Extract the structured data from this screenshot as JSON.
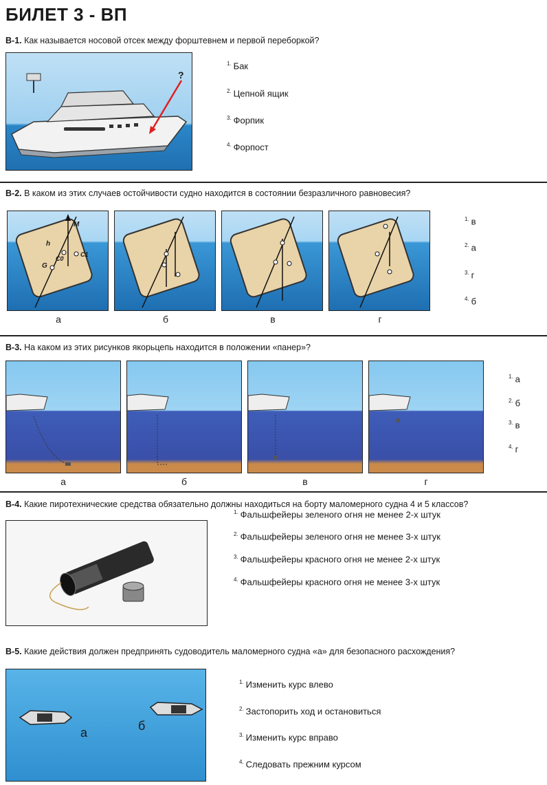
{
  "title": "БИЛЕТ 3 - ВП",
  "q1": {
    "num": "В-1.",
    "text": "Как называется носовой отсек между форштевнем и первой переборкой?",
    "question_mark": "?",
    "answers": [
      {
        "n": "1.",
        "t": "Бак"
      },
      {
        "n": "2.",
        "t": "Цепной ящик"
      },
      {
        "n": "3.",
        "t": "Форпик"
      },
      {
        "n": "4.",
        "t": "Форпост"
      }
    ]
  },
  "q2": {
    "num": "В-2.",
    "text": "В каком из этих случаев остойчивости судно находится в состоянии безразличного равновесия?",
    "labels": [
      "а",
      "б",
      "в",
      "г"
    ],
    "points": {
      "m": "M",
      "h": "h",
      "g": "G",
      "c0": "C0",
      "c1": "C1"
    },
    "answers": [
      {
        "n": "1.",
        "t": "в"
      },
      {
        "n": "2.",
        "t": "а"
      },
      {
        "n": "3.",
        "t": "г"
      },
      {
        "n": "4.",
        "t": "б"
      }
    ]
  },
  "q3": {
    "num": "В-3.",
    "text": "На каком из этих рисунков якорьцепь находится в положении «панер»?",
    "labels": [
      "а",
      "б",
      "в",
      "г"
    ],
    "answers": [
      {
        "n": "1.",
        "t": "а"
      },
      {
        "n": "2.",
        "t": "б"
      },
      {
        "n": "3.",
        "t": "в"
      },
      {
        "n": "4.",
        "t": "г"
      }
    ]
  },
  "q4": {
    "num": "В-4.",
    "text": "Какие пиротехнические средства обязательно должны находиться на борту маломерного судна 4 и 5 классов?",
    "answers": [
      {
        "n": "1.",
        "t": "Фальшфейеры зеленого огня не менее 2-х штук"
      },
      {
        "n": "2.",
        "t": "Фальшфейеры зеленого огня не менее 3-х штук"
      },
      {
        "n": "3.",
        "t": "Фальшфейеры красного огня не менее 2-х штук"
      },
      {
        "n": "4.",
        "t": "Фальшфейеры красного огня не менее 3-х штук"
      }
    ]
  },
  "q5": {
    "num": "В-5.",
    "text": "Какие действия должен предпринять судоводитель маломерного судна «а» для безопасного расхождения?",
    "boat_a": "а",
    "boat_b": "б",
    "answers": [
      {
        "n": "1.",
        "t": "Изменить курс влево"
      },
      {
        "n": "2.",
        "t": "Застопорить ход и остановиться"
      },
      {
        "n": "3.",
        "t": "Изменить курс вправо"
      },
      {
        "n": "4.",
        "t": "Следовать прежним курсом"
      }
    ]
  }
}
